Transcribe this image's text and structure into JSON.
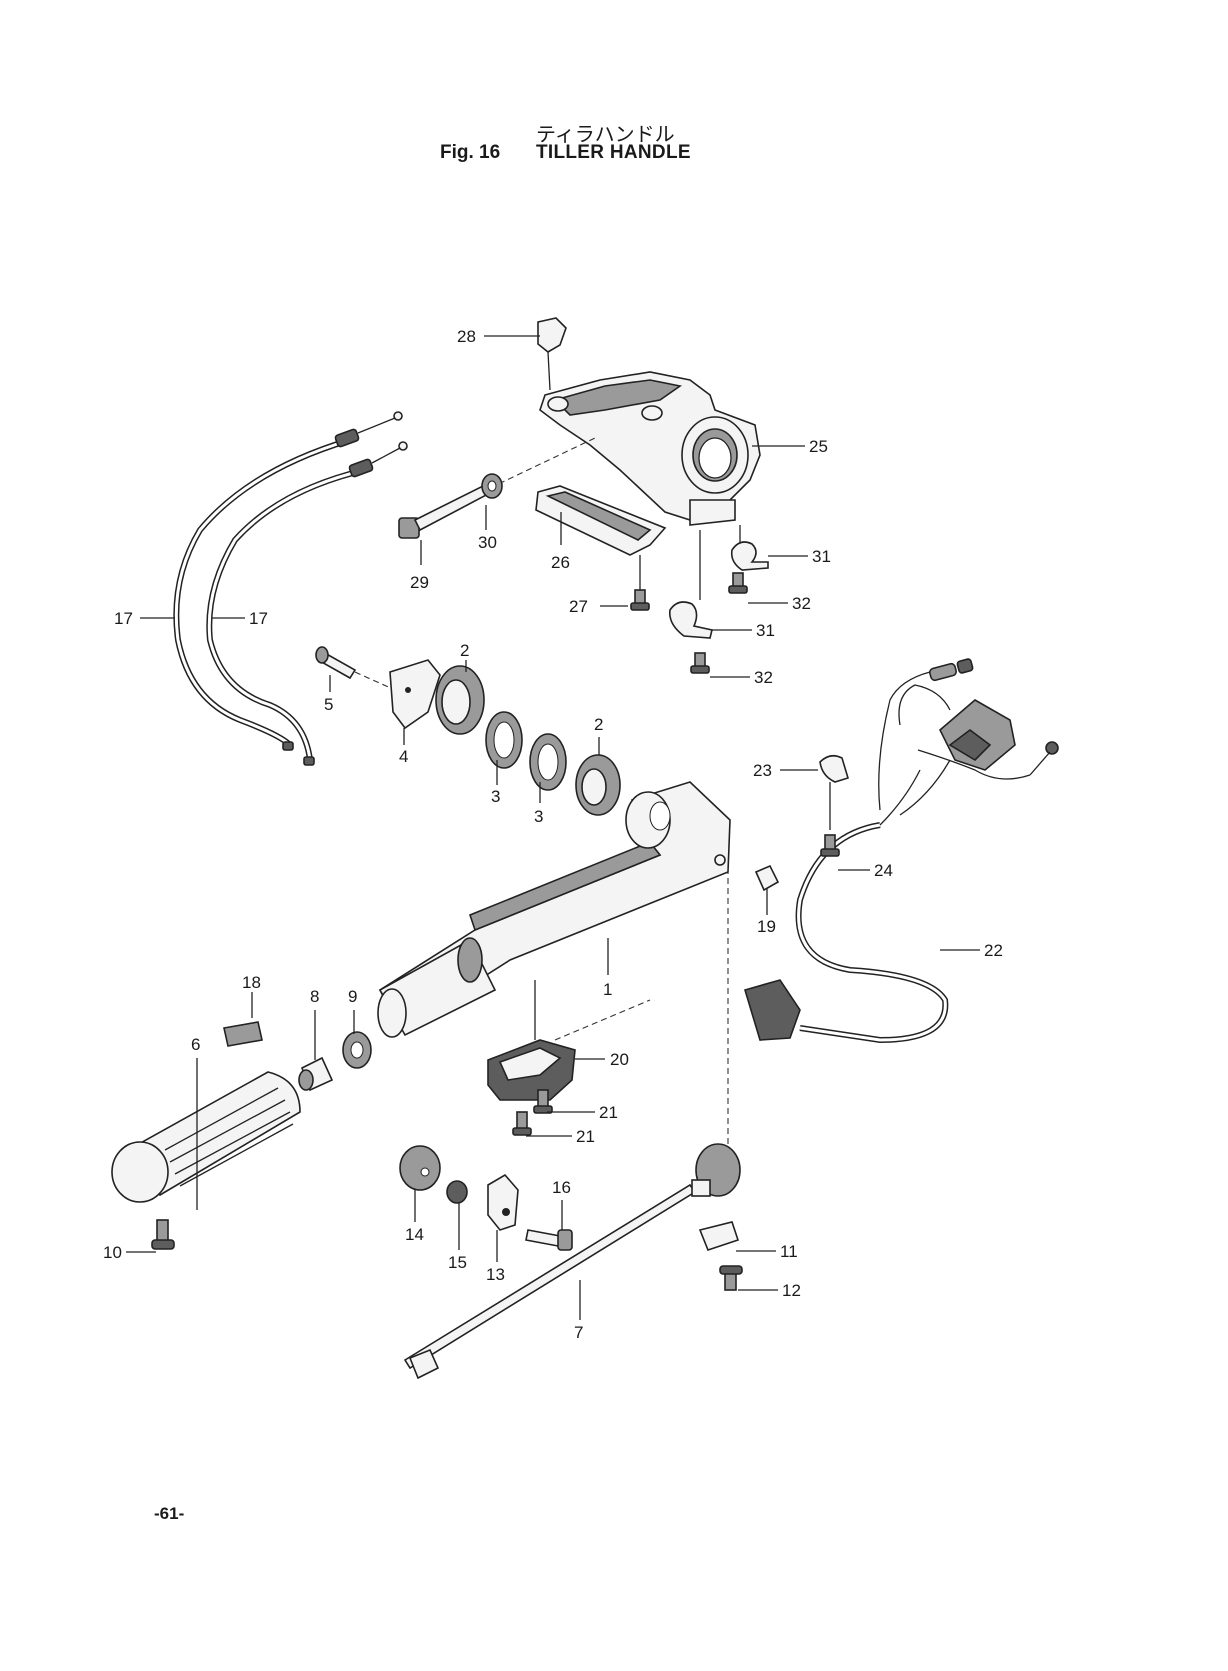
{
  "header": {
    "title_jp": "ティラハンドル",
    "fig_label": "Fig. 16",
    "title_en": "TILLER HANDLE"
  },
  "callouts": [
    "1",
    "2",
    "2",
    "3",
    "3",
    "4",
    "5",
    "6",
    "7",
    "8",
    "9",
    "10",
    "11",
    "12",
    "13",
    "14",
    "15",
    "16",
    "17",
    "17",
    "18",
    "19",
    "20",
    "21",
    "21",
    "22",
    "23",
    "24",
    "25",
    "26",
    "27",
    "28",
    "29",
    "30",
    "31",
    "31",
    "32",
    "32"
  ],
  "footer": {
    "page_number": "-61-"
  }
}
